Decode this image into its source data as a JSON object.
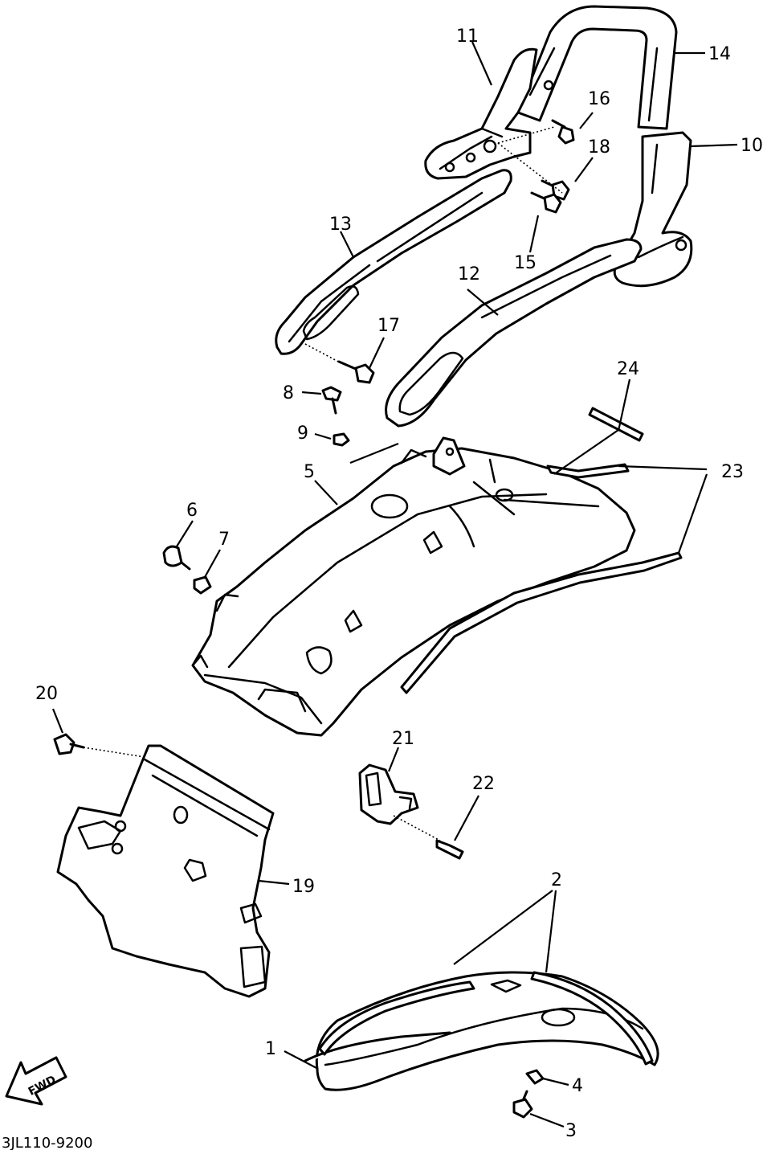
{
  "diagram": {
    "drawing_code": "3JL110-9200",
    "fwd_label": "FWD",
    "callouts": [
      {
        "id": "1"
      },
      {
        "id": "2"
      },
      {
        "id": "3"
      },
      {
        "id": "4"
      },
      {
        "id": "5"
      },
      {
        "id": "6"
      },
      {
        "id": "7"
      },
      {
        "id": "8"
      },
      {
        "id": "9"
      },
      {
        "id": "10"
      },
      {
        "id": "11"
      },
      {
        "id": "12"
      },
      {
        "id": "13"
      },
      {
        "id": "14"
      },
      {
        "id": "15"
      },
      {
        "id": "16"
      },
      {
        "id": "17"
      },
      {
        "id": "18"
      },
      {
        "id": "19"
      },
      {
        "id": "20"
      },
      {
        "id": "21"
      },
      {
        "id": "22"
      },
      {
        "id": "23"
      },
      {
        "id": "24"
      }
    ]
  }
}
